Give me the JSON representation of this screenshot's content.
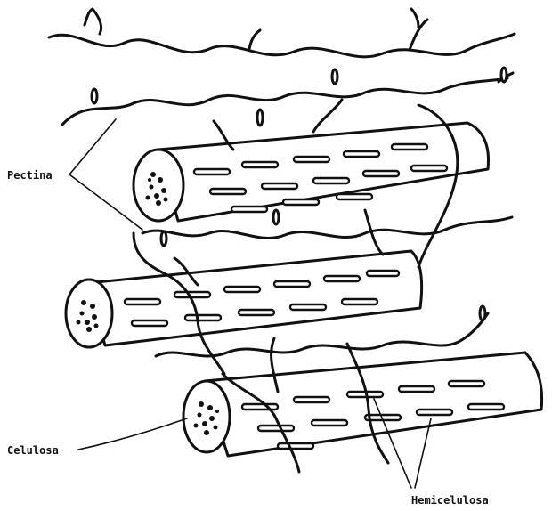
{
  "labels": {
    "pectina": "Pectina",
    "celulosa": "Celulosa",
    "hemicelulosa": "Hemicelulosa"
  }
}
